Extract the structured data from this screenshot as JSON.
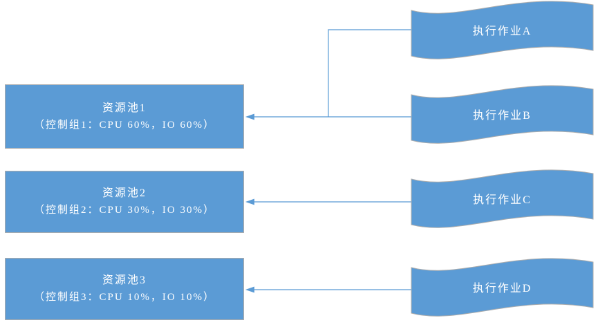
{
  "diagram": {
    "type": "resource-pool-job-mapping"
  },
  "colors": {
    "shape_fill": "#5B9BD5",
    "shape_border": "#ACACAC",
    "connector": "#5B9BD5",
    "text": "#FFFFFF"
  },
  "pools": [
    {
      "title": "资源池1",
      "detail": "（控制组1：CPU 60%，IO 60%）"
    },
    {
      "title": "资源池2",
      "detail": "（控制组2：CPU 30%，IO 30%）"
    },
    {
      "title": "资源池3",
      "detail": "（控制组3：CPU 10%，IO 10%）"
    }
  ],
  "jobs": [
    {
      "label": "执行作业A"
    },
    {
      "label": "执行作业B"
    },
    {
      "label": "执行作业C"
    },
    {
      "label": "执行作业D"
    }
  ],
  "connections": [
    {
      "from": "执行作业A",
      "to": "资源池1"
    },
    {
      "from": "执行作业B",
      "to": "资源池1"
    },
    {
      "from": "执行作业C",
      "to": "资源池2"
    },
    {
      "from": "执行作业D",
      "to": "资源池3"
    }
  ]
}
